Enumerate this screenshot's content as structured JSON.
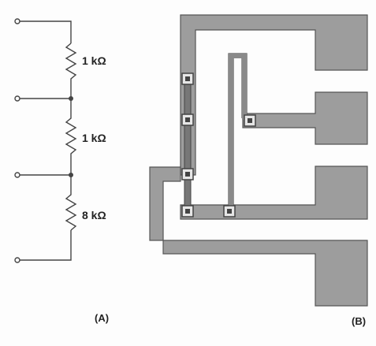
{
  "schematic": {
    "resistors": [
      {
        "label": "1 kΩ"
      },
      {
        "label": "1 kΩ"
      },
      {
        "label": "8 kΩ"
      }
    ],
    "panel_label": "(A)"
  },
  "layout": {
    "panel_label": "(B)",
    "pad_count": 4,
    "contact_count": 6
  },
  "colors": {
    "metal": "#9d9d9d",
    "line": "#555555",
    "contact_fill": "#e6e6e6",
    "wire": "#444444",
    "text": "#222222"
  }
}
